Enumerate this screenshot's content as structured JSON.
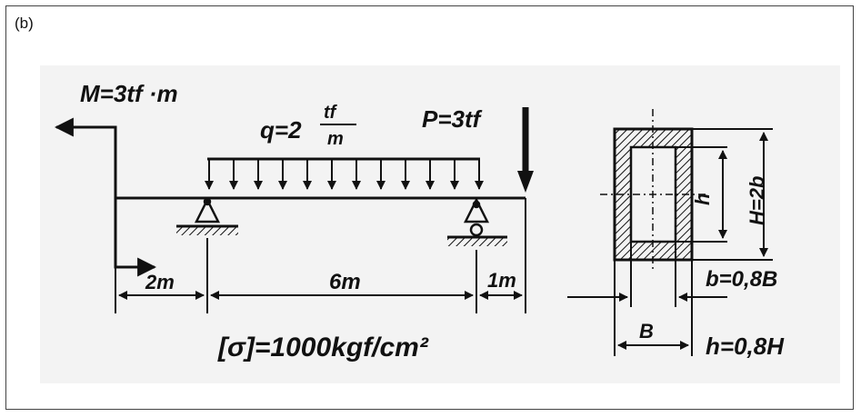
{
  "panel_label": "(b)",
  "labels": {
    "moment": "M=3tf ·m",
    "q_lhs": "q=2",
    "q_num": "tf",
    "q_den": "m",
    "point_load": "P=3tf",
    "dim_2m": "2m",
    "dim_6m": "6m",
    "dim_1m": "1m",
    "allowable_stress": "[σ]=1000kgf/cm²",
    "dim_h": "h",
    "dim_H": "H=2b",
    "b_relation": "b=0,8B",
    "dim_B": "B",
    "h_relation": "h=0,8H"
  },
  "colors": {
    "ink": "#111111",
    "frame": "#444444",
    "background": "#f3f3f3"
  }
}
